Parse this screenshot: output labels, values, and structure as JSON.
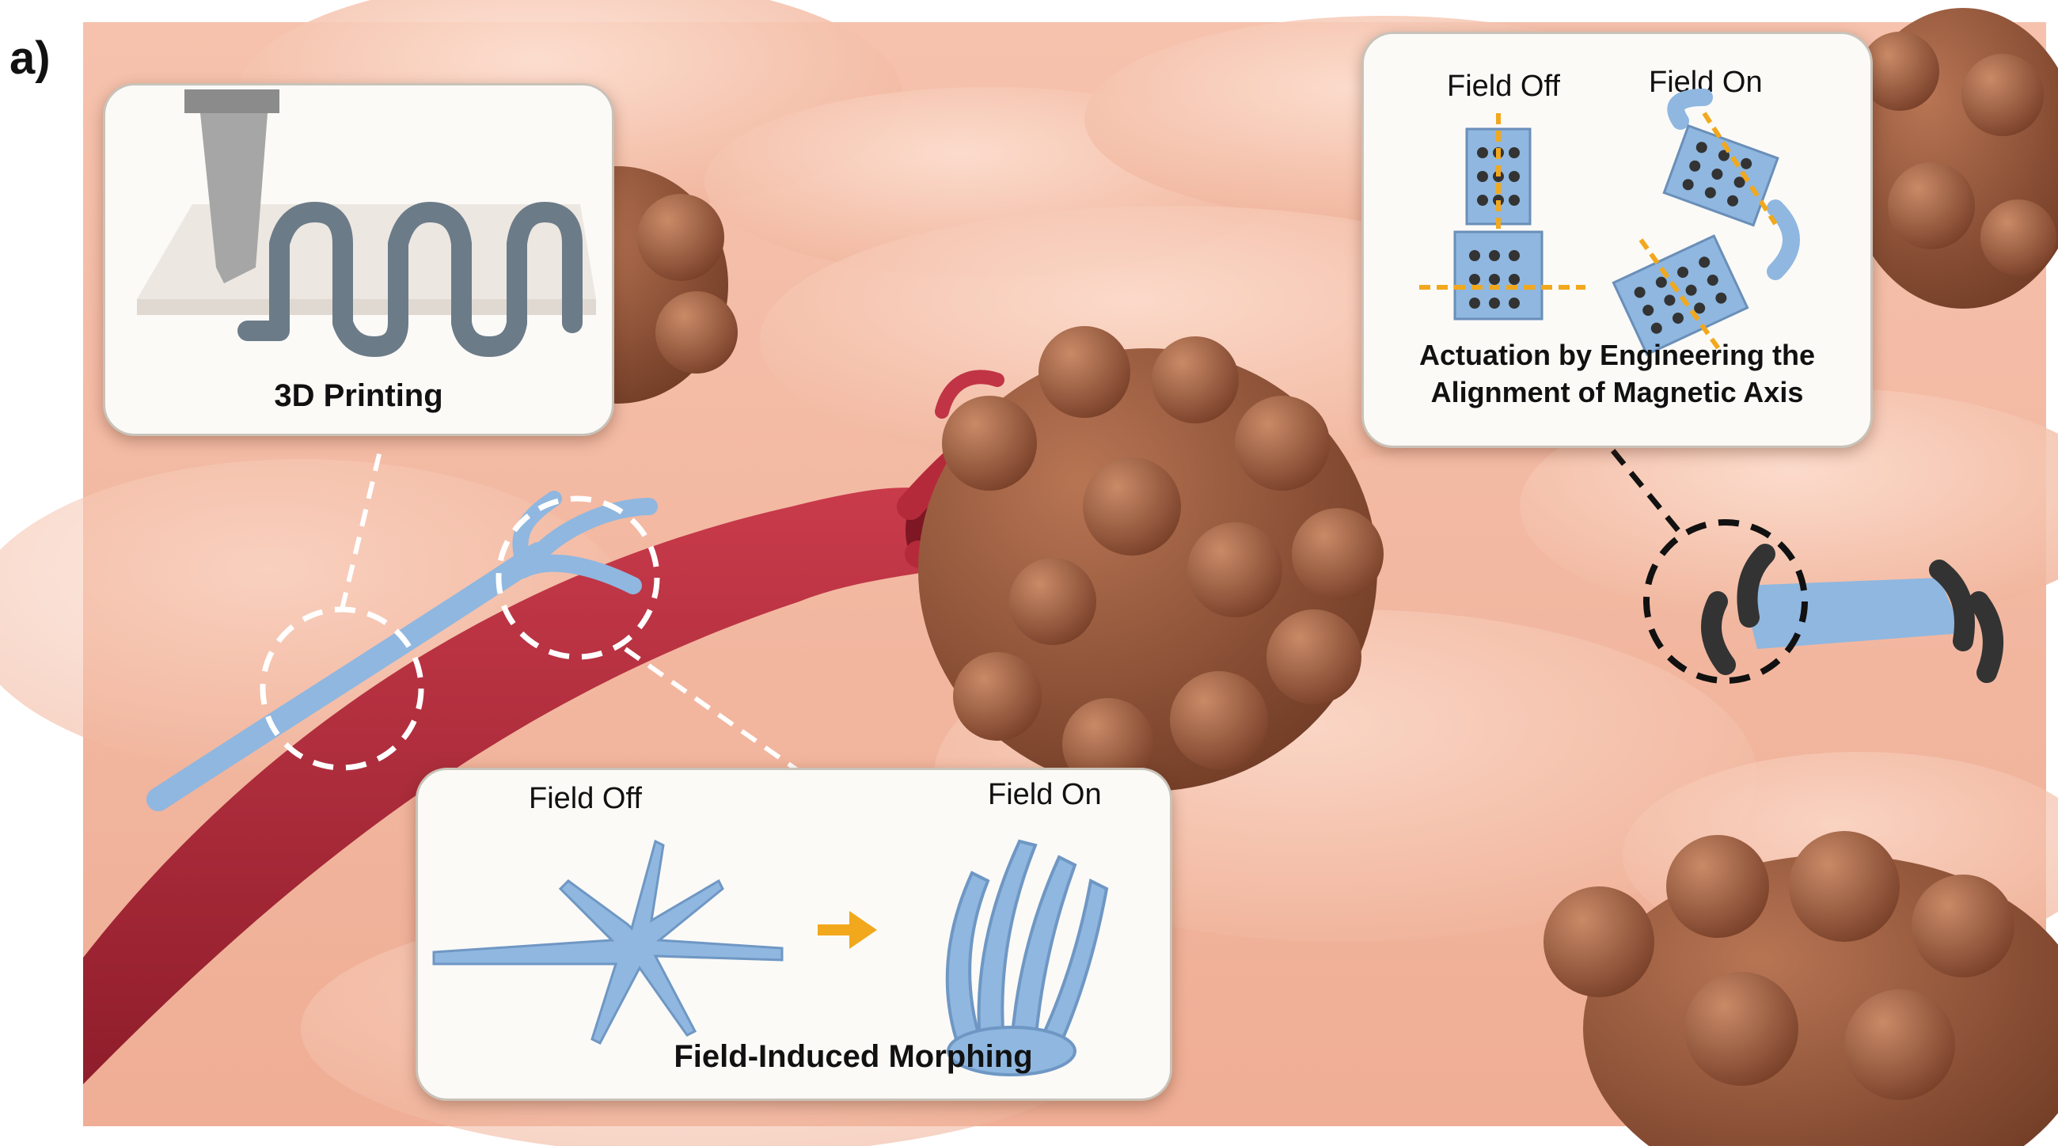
{
  "figure": {
    "panel_label": "a)",
    "insets": {
      "printing": {
        "caption": "3D Printing"
      },
      "actuation": {
        "label_off": "Field Off",
        "label_on": "Field On",
        "caption_line1": "Actuation by Engineering the",
        "caption_line2": "Alignment of Magnetic Axis"
      },
      "morphing": {
        "label_off": "Field Off",
        "label_on": "Field On",
        "caption": "Field-Induced Morphing"
      }
    },
    "colors": {
      "tissue": "#f3b7a0",
      "tissue_highlight": "#fbd3c0",
      "vessel": "#b52a3a",
      "tumor": "#8e4f33",
      "robot_blue": "#8fb7e0",
      "arrow": "#f2a81d",
      "ink": "#111111"
    }
  }
}
